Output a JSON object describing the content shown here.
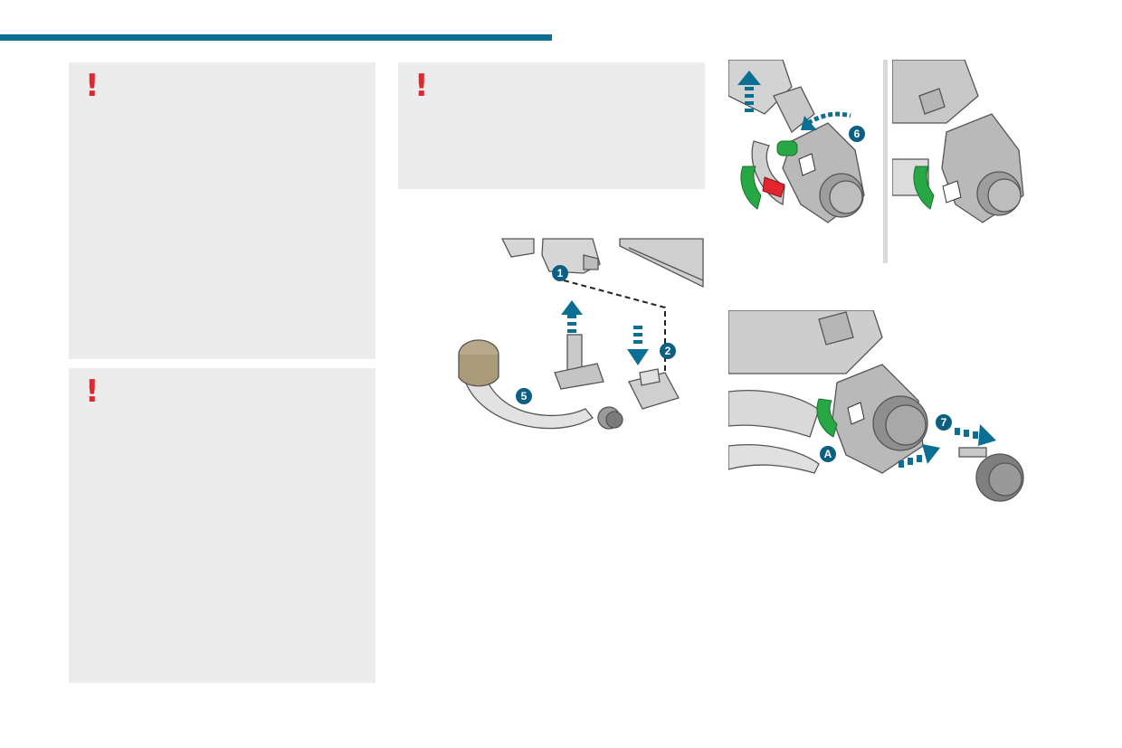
{
  "warnings": [
    {
      "mark": "!"
    },
    {
      "mark": "!"
    },
    {
      "mark": "!"
    }
  ],
  "steps": {
    "one": "1",
    "two": "2",
    "five": "5",
    "six": "6",
    "seven": "7",
    "a": "A"
  },
  "colors": {
    "rule": "#0b6f94",
    "warning_box": "#ececec",
    "warning_mark": "#e3252e",
    "arrow": "#0b6f94",
    "indicator_green": "#28a745",
    "indicator_red": "#e3252e"
  }
}
